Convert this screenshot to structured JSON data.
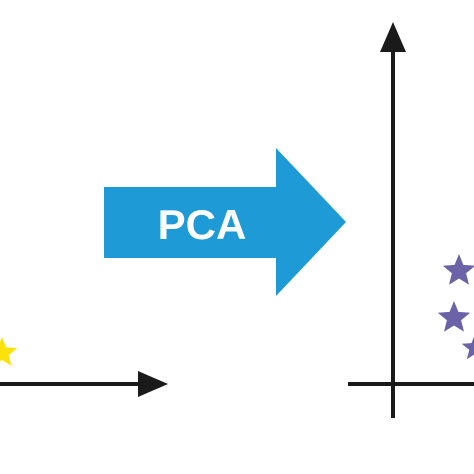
{
  "arrow_label": "PCA",
  "colors": {
    "background": "#ffffff",
    "axis": "#1a1a1a",
    "arrow_fill": "#1e9ad6",
    "arrow_text": "#ffffff",
    "star_left": "#fbe20a",
    "star_right": "#6a63a8"
  },
  "icons": {
    "left_marker": "star-icon",
    "right_marker": "star-icon"
  },
  "panels": [
    {
      "name": "original-space",
      "marker_count": 1
    },
    {
      "name": "pca-space",
      "marker_count": 3
    }
  ]
}
